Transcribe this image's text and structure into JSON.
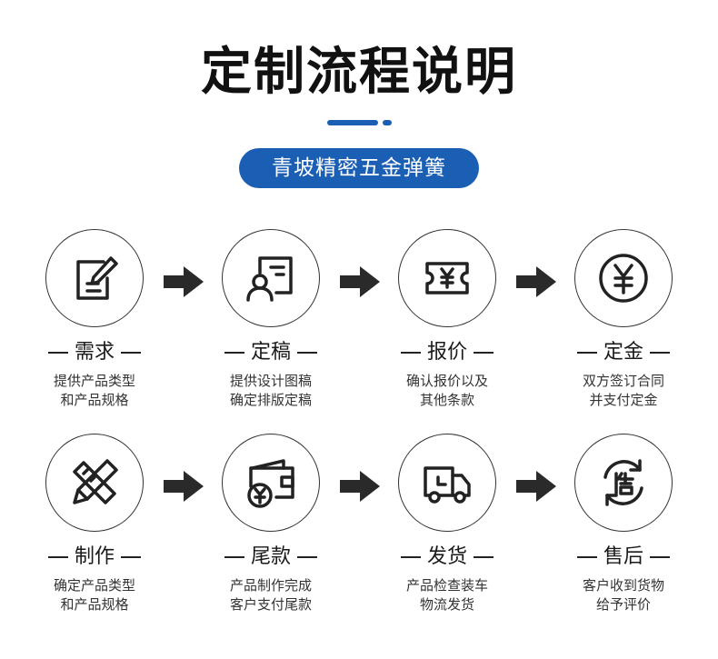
{
  "header": {
    "title": "定制流程说明",
    "brand": "青坡精密五金弹簧",
    "accent_color": "#1b5fb4"
  },
  "steps": [
    {
      "label": "需求",
      "line1": "提供产品类型",
      "line2": "和产品规格",
      "icon": "document-pen-icon"
    },
    {
      "label": "定稿",
      "line1": "提供设计图稿",
      "line2": "确定排版定稿",
      "icon": "designer-board-icon"
    },
    {
      "label": "报价",
      "line1": "确认报价以及",
      "line2": "其他条款",
      "icon": "yen-ticket-icon"
    },
    {
      "label": "定金",
      "line1": "双方签订合同",
      "line2": "并支付定金",
      "icon": "yen-coin-icon"
    },
    {
      "label": "制作",
      "line1": "确定产品类型",
      "line2": "和产品规格",
      "icon": "pencil-ruler-icon"
    },
    {
      "label": "尾款",
      "line1": "产品制作完成",
      "line2": "客户支付尾款",
      "icon": "wallet-yen-icon"
    },
    {
      "label": "发货",
      "line1": "产品检查装车",
      "line2": "物流发货",
      "icon": "delivery-truck-icon"
    },
    {
      "label": "售后",
      "line1": "客户收到货物",
      "line2": "给予评价",
      "icon": "after-sales-cycle-icon"
    }
  ]
}
